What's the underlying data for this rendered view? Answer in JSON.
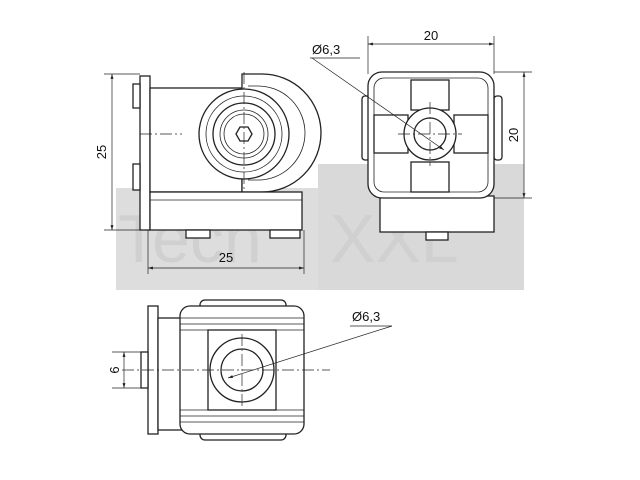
{
  "watermark": {
    "left_text": "Tech",
    "right_text": "XXL",
    "box_color": "#d9d9d9",
    "text_color": "#cfcfcf"
  },
  "side_view": {
    "height_dim": "25",
    "width_dim": "25"
  },
  "front_view": {
    "hole_dim": "Ø6,3",
    "width_dim": "20",
    "height_dim": "20"
  },
  "top_view": {
    "hole_dim": "Ø6,3",
    "offset_dim": "6"
  }
}
